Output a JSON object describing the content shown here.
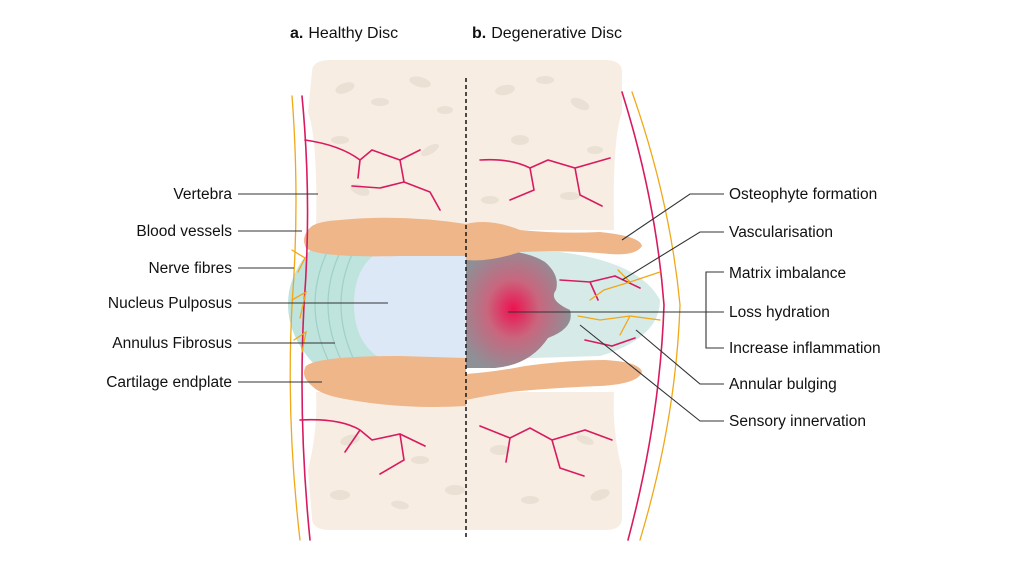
{
  "titles": {
    "healthy_prefix": "a.",
    "healthy": "Healthy Disc",
    "degenerative_prefix": "b.",
    "degenerative": "Degenerative Disc"
  },
  "left_labels": {
    "vertebra": "Vertebra",
    "blood_vessels": "Blood vessels",
    "nerve_fibres": "Nerve fibres",
    "nucleus_pulposus": "Nucleus Pulposus",
    "annulus_fibrosus": "Annulus Fibrosus",
    "cartilage_endplate": "Cartilage endplate"
  },
  "right_labels": {
    "osteophyte": "Osteophyte formation",
    "vascularisation": "Vascularisation",
    "matrix_imbalance": "Matrix imbalance",
    "loss_hydration": "Loss hydration",
    "increase_inflammation": "Increase inflammation",
    "annular_bulging": "Annular bulging",
    "sensory_innervation": "Sensory innervation"
  },
  "colors": {
    "bone": "#f7ede2",
    "bone_cells": "#ebe0d4",
    "endplate": "#efb68a",
    "annulus": "#bfe3dd",
    "nucleus": "#dde8f7",
    "inflammation": "#e8124f",
    "vessels": "#d81b60",
    "nerves": "#f0a818"
  }
}
